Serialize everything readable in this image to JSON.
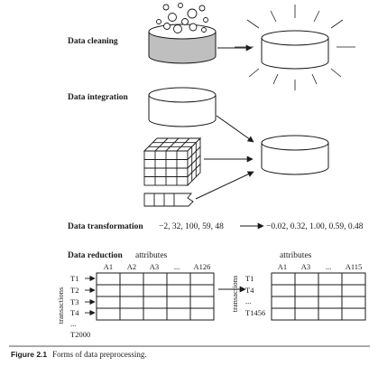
{
  "labels": {
    "cleaning": "Data cleaning",
    "integration": "Data integration",
    "transformation": "Data transformation",
    "reduction": "Data reduction"
  },
  "transformation": {
    "input": "−2, 32, 100, 59, 48",
    "output": "−0.02, 0.32, 1.00, 0.59, 0.48"
  },
  "reduction": {
    "left": {
      "heading": "attributes",
      "columns": [
        "A1",
        "A2",
        "A3",
        "...",
        "A126"
      ],
      "rows_label": "transactions",
      "rows": [
        "T1",
        "T2",
        "T3",
        "T4",
        "...",
        "T2000"
      ]
    },
    "right": {
      "heading": "attributes",
      "columns": [
        "A1",
        "A3",
        "...",
        "A115"
      ],
      "rows_label": "transactions",
      "rows": [
        "T1",
        "T4",
        "...",
        "T1456"
      ]
    }
  },
  "caption": {
    "number": "Figure 2.1",
    "text": "Forms of data preprocessing."
  }
}
